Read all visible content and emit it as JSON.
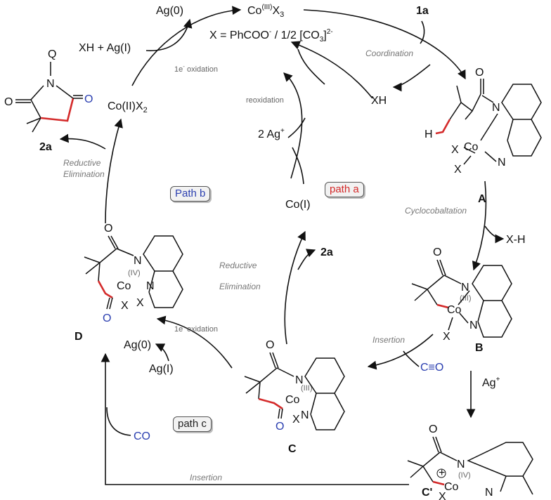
{
  "diagram": {
    "co3": "Co",
    "co3_sup": "(III)",
    "co3_tail": "X",
    "co3_sub": "3",
    "x_def": "X = PhCOO",
    "x_def_sup1": "-",
    "x_def_mid": " / 1/2 [CO",
    "x_def_sub": "3",
    "x_def_end": "]",
    "x_def_sup2": "2-",
    "ag0_top": "Ag(0)",
    "xh_ag": "XH + Ag(I)",
    "ox1": "1e",
    "ox1_sup": "-",
    "ox1_tail": " oxidation",
    "co2": "Co(II)X",
    "co2_sub": "2",
    "reox": "reoxidation",
    "xh": "XH",
    "ag_plus": "2 Ag",
    "ag_plus_sup": "+",
    "one_a": "1a",
    "coord": "Coordination",
    "label_A": "A",
    "cyclo": "Cyclocobaltation",
    "xh2": "X-H",
    "label_B": "B",
    "ag_plus2": "Ag",
    "ag_plus2_sup": "+",
    "label_Cp": "C'",
    "insertion1": "Insertion",
    "co_blue": "C≡O",
    "label_C": "C",
    "co1": "Co(I)",
    "two_a_mid": "2a",
    "red_elim_mid1": "Reductive",
    "red_elim_mid2": "Elimination",
    "ox2": "1e",
    "ox2_sup": "-",
    "ox2_tail": " oxidation",
    "ag0_low": "Ag(0)",
    "ag1_low": "Ag(I)",
    "label_D": "D",
    "red_elim_left1": "Reductive",
    "red_elim_left2": "Elimination",
    "two_a_left": "2a",
    "path_b": "Path b",
    "path_a": "path a",
    "path_c": "path c",
    "co_left": "CO",
    "insertion2": "Insertion",
    "q": "Q",
    "n": "N",
    "o": "O",
    "h": "H",
    "x": "X",
    "co": "Co",
    "ox_iii": "(III)",
    "ox_iv": "(IV)",
    "plus_circle": "+"
  }
}
